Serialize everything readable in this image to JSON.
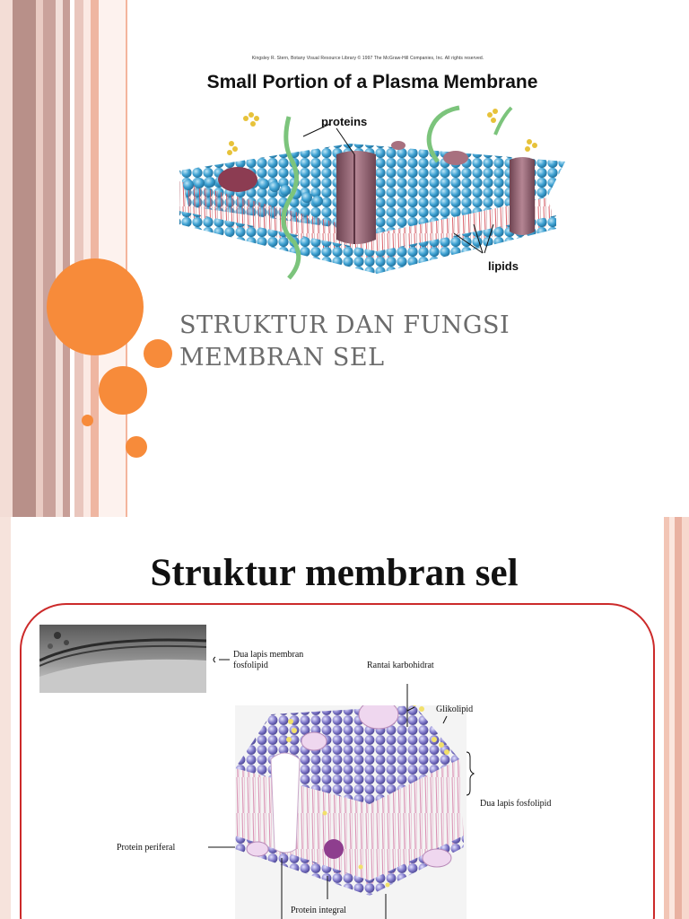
{
  "slide1": {
    "credit": "Kingsley R. Stern, Botany Visual Resource Library © 1997 The McGraw-Hill Companies, Inc. All rights reserved.",
    "figure_title": "Small Portion of a Plasma Membrane",
    "label_proteins": "proteins",
    "label_lipids": "lipids",
    "title_line1": "STRUKTUR DAN FUNGSI",
    "title_line2": "MEMBRAN SEL"
  },
  "slide2": {
    "title": "Struktur membran sel",
    "labels": {
      "bilayer_micro_line1": "Dua lapis membran",
      "bilayer_micro_line2": "fosfolipid",
      "carbohydrate_chain": "Rantai karbohidrat",
      "glycolipid": "Glikolipid",
      "bilayer": "Dua lapis fosfolipid",
      "peripheral_protein": "Protein periferal",
      "integral_protein": "Protein integral"
    }
  },
  "colors": {
    "accent_orange": "#f78b3a",
    "title_gray": "#6b6b6b",
    "frame_red": "#cc2a2a",
    "lipid_blue": "#3ea1d2",
    "protein_mauve": "#9a6a78",
    "lipid_violet": "#7d76c7"
  }
}
